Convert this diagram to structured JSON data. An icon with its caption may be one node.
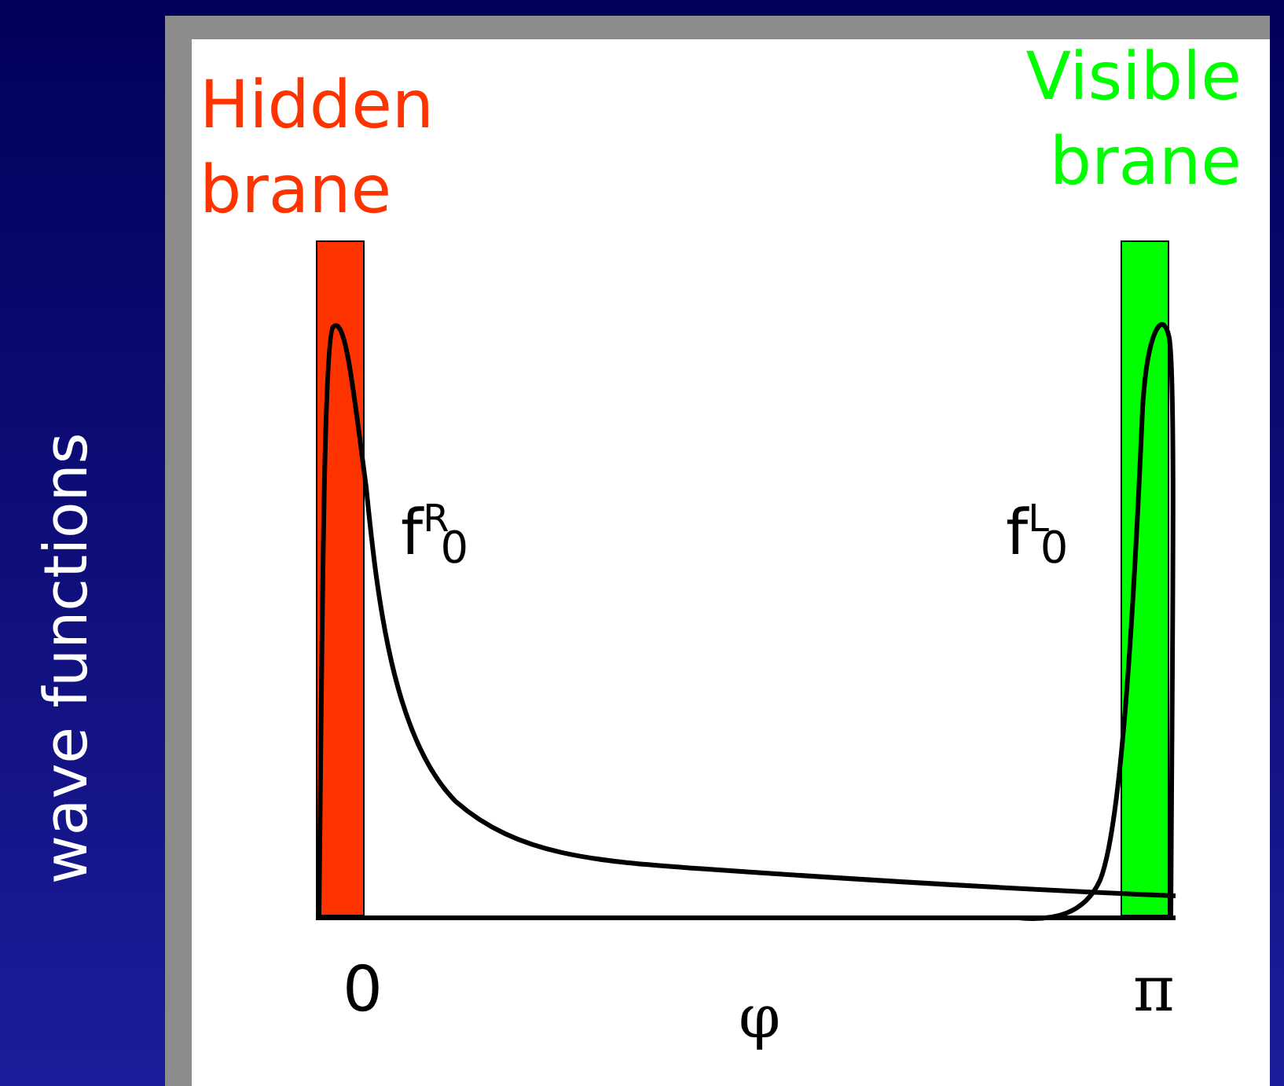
{
  "diagram": {
    "nodes": [
      {
        "text": [
          "Hidden brane"
        ]
      },
      {
        "text": [
          "Visible brane"
        ]
      }
    ],
    "labels": [
      "wave functions",
      "f$^{R}$$_{0}$",
      "f$^{L}$$_{0}$",
      "0",
      "φ",
      "π"
    ]
  }
}
